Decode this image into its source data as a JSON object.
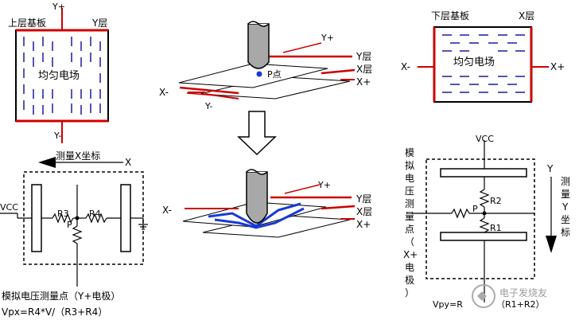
{
  "top_left_panel": {
    "label_top": "上层基板",
    "label_layer": "Y层",
    "label_yplus": "Y+",
    "label_yminus": "Y-",
    "field_label": "均匀电场"
  },
  "top_center_panel": {
    "label_yplus": "Y+",
    "label_ylayer": "Y层",
    "label_xlayer": "X层",
    "label_xplus": "X+",
    "label_xminus": "X-",
    "label_yminus": "Y-",
    "label_point": "P点"
  },
  "top_right_panel": {
    "label_top": "下层基板",
    "label_layer": "X层",
    "label_xminus": "X-",
    "label_xplus": "X+",
    "field_label": "均匀电场"
  },
  "bottom_center_panel": {
    "label_yplus": "Y+",
    "label_ylayer": "Y层",
    "label_xlayer": "X层",
    "label_xplus": "X+",
    "label_xminus": "X-"
  },
  "bottom_left_circuit": {
    "arrow_label": "测量X坐标",
    "x_label": "X",
    "vcc": "VCC",
    "r3": "R3",
    "r4": "R4",
    "p": "P",
    "caption": "模拟电压测量点（Y+电极）",
    "formula": "Vpx=R4*V/（R3+R4）"
  },
  "bottom_right_circuit": {
    "vcc": "VCC",
    "r1": "R1",
    "r2": "R2",
    "p": "P",
    "y_label": "Y",
    "side_caption": "测量Y坐标",
    "vertical_caption": [
      "模",
      "拟",
      "电",
      "压",
      "测",
      "量",
      "点",
      "（",
      "X+",
      "电",
      "极",
      "）"
    ],
    "formula_left": "Vpy=R",
    "formula_right": "（R1+R2）"
  },
  "watermark": "电子发烧友"
}
